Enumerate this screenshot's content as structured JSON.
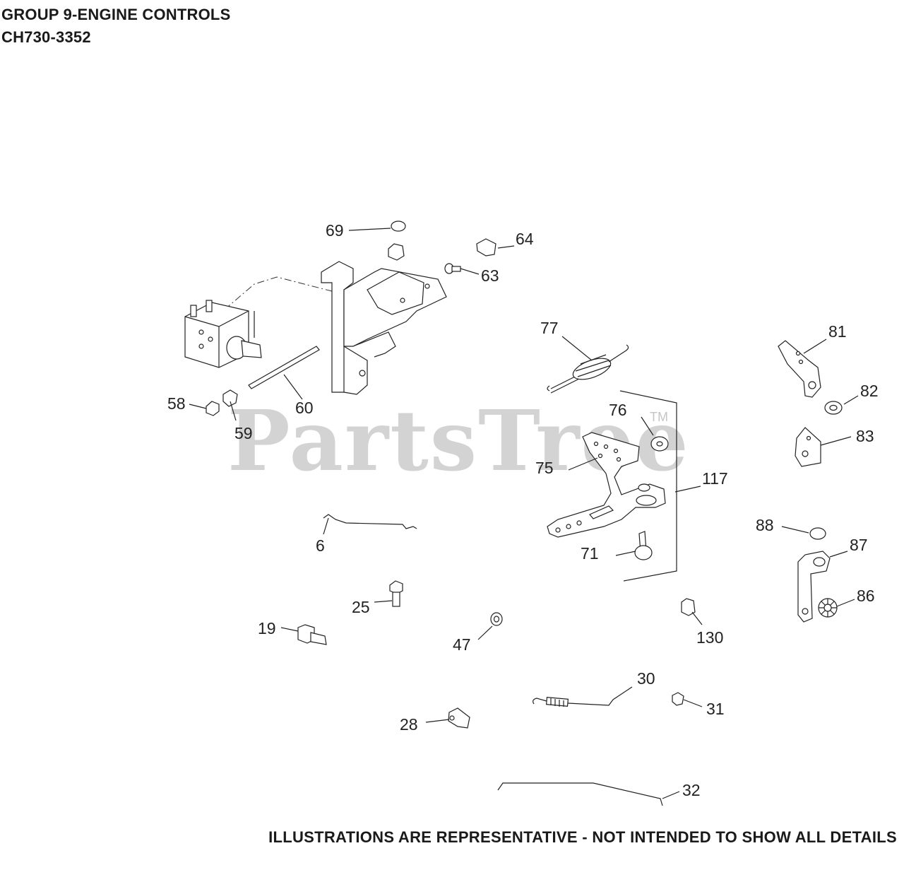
{
  "header": {
    "title": "GROUP 9-ENGINE CONTROLS",
    "model": "CH730-3352"
  },
  "watermark": {
    "text": "PartsTree",
    "trademark": "TM"
  },
  "footer": {
    "disclaimer": "ILLUSTRATIONS ARE REPRESENTATIVE - NOT INTENDED TO SHOW ALL DETAILS"
  },
  "callouts": {
    "c69": "69",
    "c64": "64",
    "c63": "63",
    "c77": "77",
    "c81": "81",
    "c82": "82",
    "c83": "83",
    "c58": "58",
    "c59": "59",
    "c60": "60",
    "c76": "76",
    "c75": "75",
    "c117": "117",
    "c6": "6",
    "c71": "71",
    "c88": "88",
    "c87": "87",
    "c86": "86",
    "c25": "25",
    "c19": "19",
    "c47": "47",
    "c130": "130",
    "c30": "30",
    "c31": "31",
    "c28": "28",
    "c32": "32"
  },
  "colors": {
    "line": "#222222",
    "watermark": "#969696"
  }
}
